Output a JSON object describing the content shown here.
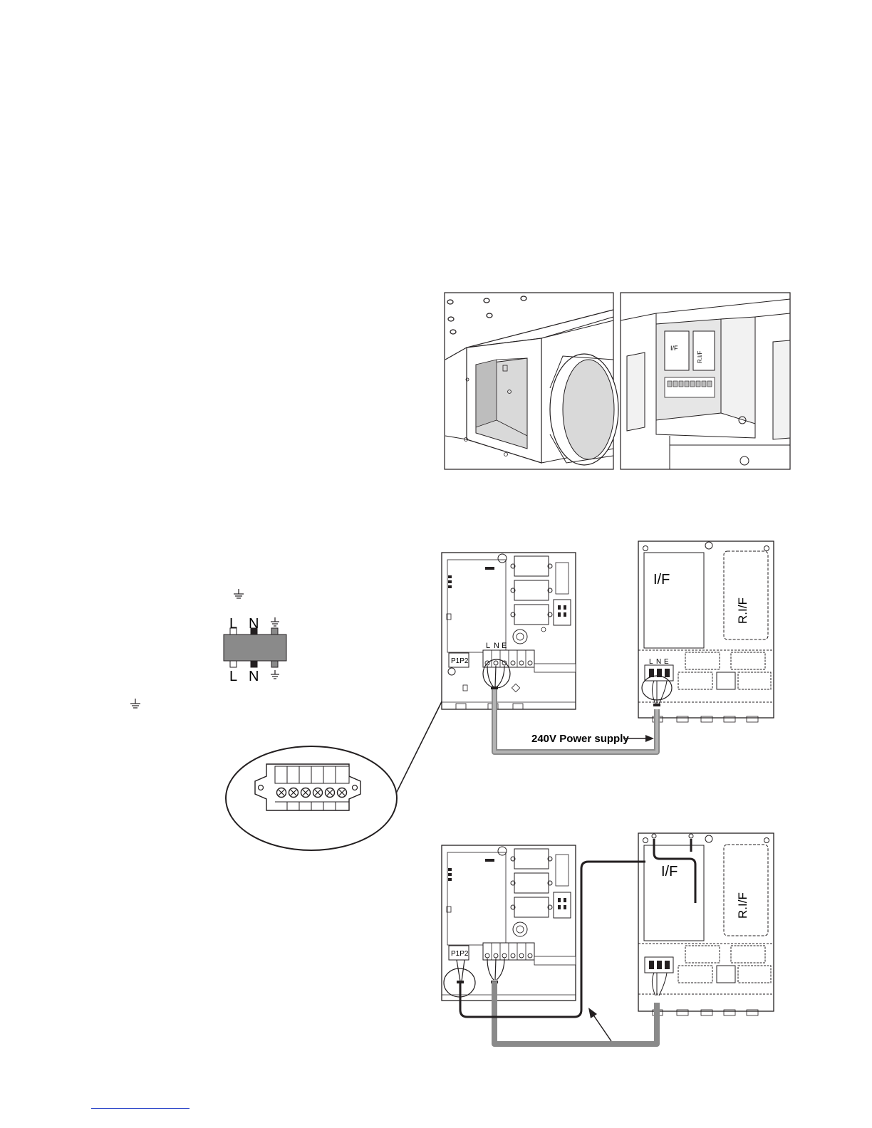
{
  "terminal_diagram": {
    "top_labels": [
      "L",
      "N"
    ],
    "bottom_labels": [
      "L",
      "N"
    ],
    "ground_symbol": "earth-ground-icon"
  },
  "units": {
    "interface_label": "I/F",
    "remote_interface_label": "R.I/F",
    "terminal_labels": [
      "L",
      "N",
      "E"
    ],
    "pcb_terminal_label": "P1P2"
  },
  "annotations": {
    "power_supply": "240V Power supply"
  },
  "colors": {
    "line": "#231f20",
    "panel_fill": "#d9d9d9",
    "cable": "#8a8a8a",
    "link": "#2b45c8"
  }
}
